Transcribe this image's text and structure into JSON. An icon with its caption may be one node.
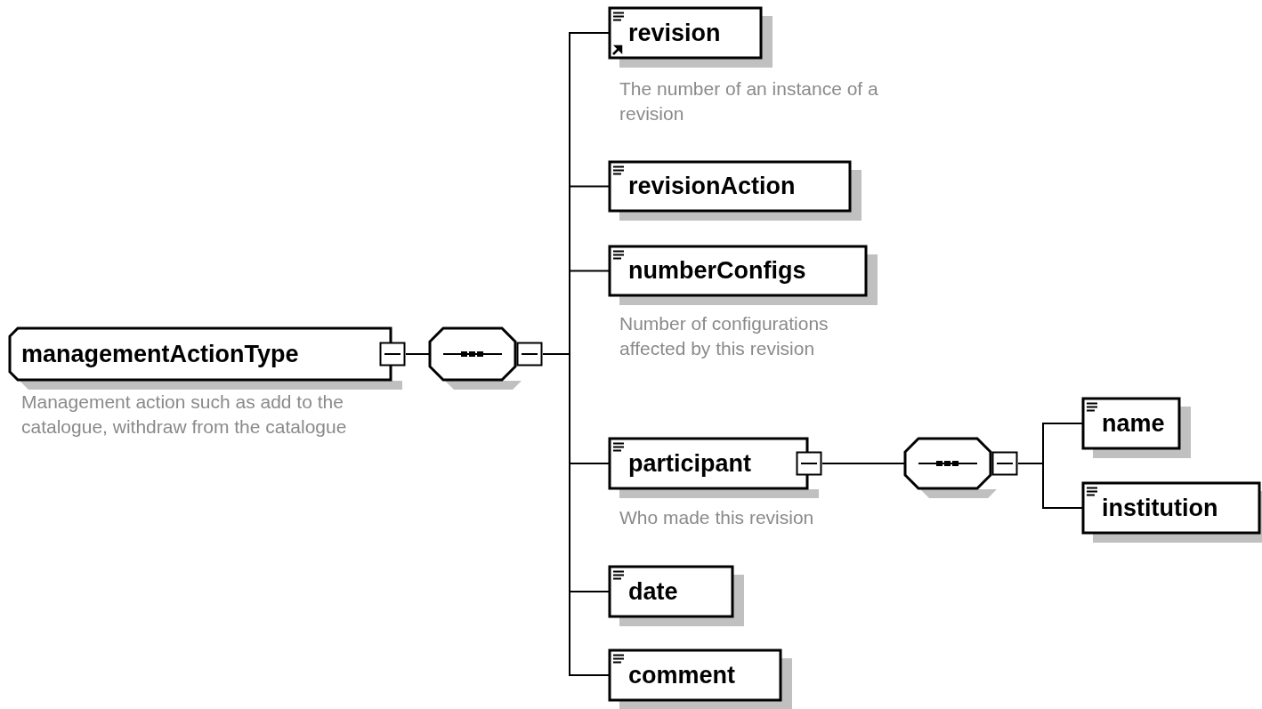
{
  "diagram": {
    "nodes": [
      {
        "text": [
          "managementActionType"
        ],
        "beside": [
          "Management action such as add to the catalogue, withdraw from the catalogue"
        ]
      },
      {
        "text": [],
        "shape": "octagon"
      },
      {
        "text": [
          "revision"
        ],
        "beside": [
          "The number of an instance of a revision"
        ]
      },
      {
        "text": [
          "revisionAction"
        ]
      },
      {
        "text": [
          "numberConfigs"
        ],
        "beside": [
          "Number of configurations affected by this revision"
        ]
      },
      {
        "text": [
          "participant"
        ],
        "beside": [
          "Who made this revision"
        ]
      },
      {
        "text": [],
        "shape": "octagon"
      },
      {
        "text": [
          "name"
        ]
      },
      {
        "text": [
          "institution"
        ]
      },
      {
        "text": [
          "date"
        ]
      },
      {
        "text": [
          "comment"
        ]
      }
    ],
    "edges": [
      {
        "from": 0,
        "to": 1,
        "arrow": "none"
      },
      {
        "from": 1,
        "to": 2,
        "arrow": "none"
      },
      {
        "from": 1,
        "to": 3,
        "arrow": "none"
      },
      {
        "from": 1,
        "to": 4,
        "arrow": "none"
      },
      {
        "from": 1,
        "to": 5,
        "arrow": "none"
      },
      {
        "from": 5,
        "to": 6,
        "arrow": "none"
      },
      {
        "from": 6,
        "to": 7,
        "arrow": "none"
      },
      {
        "from": 6,
        "to": 8,
        "arrow": "none"
      },
      {
        "from": 1,
        "to": 9,
        "arrow": "none"
      },
      {
        "from": 1,
        "to": 10,
        "arrow": "none"
      }
    ]
  }
}
